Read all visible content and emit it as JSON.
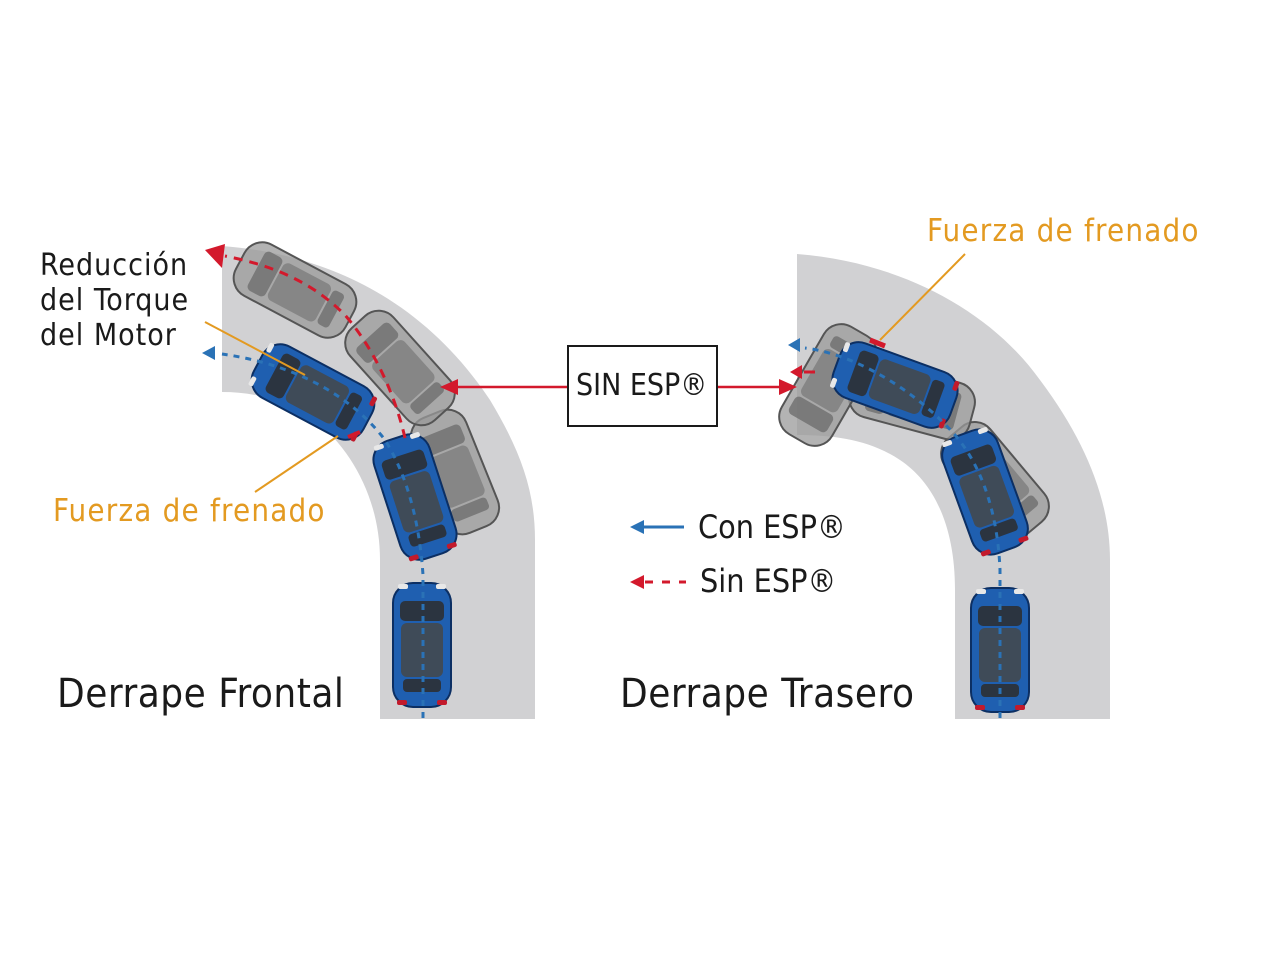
{
  "labels": {
    "engine_torque_reduction": "Reducción\ndel Torque\ndel Motor",
    "braking_force_left": "Fuerza de frenado",
    "braking_force_right": "Fuerza de frenado",
    "front_skid": "Derrape Frontal",
    "rear_skid": "Derrape Trasero",
    "without_esp_box": "SIN ESP®"
  },
  "legend": {
    "with_esp": "Con ESP®",
    "without_esp": "Sin ESP®"
  },
  "colors": {
    "road": "#d1d1d3",
    "car_blue": "#1f5fb0",
    "car_gray": "#8a8a8a",
    "path_with_esp": "#2a72b6",
    "path_without_esp": "#d3192c",
    "label_orange": "#e39a21",
    "text_black": "#1a1a1a"
  }
}
